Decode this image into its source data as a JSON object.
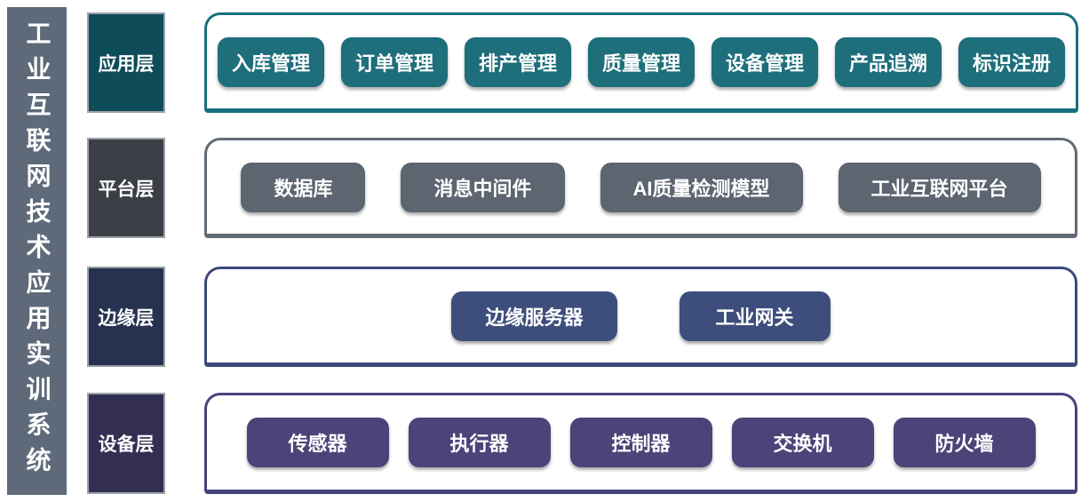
{
  "sidebar": {
    "title": "工业互联网技术应用实训系统"
  },
  "layers": [
    {
      "id": "application",
      "label": "应用层",
      "items": [
        "入库管理",
        "订单管理",
        "排产管理",
        "质量管理",
        "设备管理",
        "产品追溯",
        "标识注册"
      ],
      "colors": {
        "label-bg": "#0e4c59",
        "border": "#17707f",
        "btn-bg": "#1e6e7b"
      }
    },
    {
      "id": "platform",
      "label": "平台层",
      "items": [
        "数据库",
        "消息中间件",
        "AI质量检测模型",
        "工业互联网平台"
      ],
      "colors": {
        "label-bg": "#3b3f45",
        "border": "#636b75",
        "btn-bg": "#5d6571"
      }
    },
    {
      "id": "edge",
      "label": "边缘层",
      "items": [
        "边缘服务器",
        "工业网关"
      ],
      "colors": {
        "label-bg": "#273250",
        "border": "#3c4b7b",
        "btn-bg": "#3d4e7c"
      }
    },
    {
      "id": "device",
      "label": "设备层",
      "items": [
        "传感器",
        "执行器",
        "控制器",
        "交换机",
        "防火墙"
      ],
      "colors": {
        "label-bg": "#332f53",
        "border": "#47437b",
        "btn-bg": "#4a4479"
      }
    }
  ]
}
